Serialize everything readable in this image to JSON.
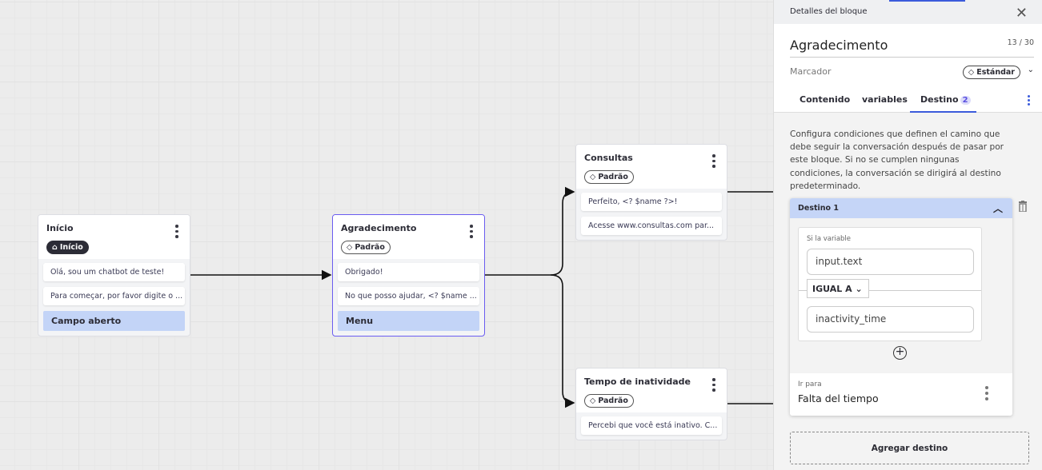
{
  "canvas": {
    "nodes": [
      {
        "title": "Início",
        "tag": "Início",
        "tag_icon": "home-icon",
        "messages": [
          "Olá, sou um chatbot de teste!",
          "Para começar, por favor digite o ..."
        ],
        "input": "Campo aberto"
      },
      {
        "title": "Agradecimento",
        "tag": "Padrão",
        "tag_icon": "tag-icon",
        "messages": [
          "Obrigado!",
          "No que posso ajudar, <? $name ..."
        ],
        "input": "Menu"
      },
      {
        "title": "Consultas",
        "tag": "Padrão",
        "tag_icon": "tag-icon",
        "messages": [
          "Perfeito, <? $name ?>!",
          "Acesse www.consultas.com par..."
        ]
      },
      {
        "title": "Tempo de inatividade",
        "tag": "Padrão",
        "tag_icon": "tag-icon",
        "messages": [
          "Percebi que você está inativo. C..."
        ]
      }
    ]
  },
  "panel": {
    "header": "Detalles del bloque",
    "block_name": "Agradecimento",
    "char_count": "13 / 30",
    "marker_label": "Marcador",
    "marker_value": "Estándar",
    "tabs": [
      {
        "label": "Contenido"
      },
      {
        "label": "variables"
      },
      {
        "label": "Destino",
        "badge": "2",
        "active": true
      }
    ],
    "description": "Configura condiciones que definen el camino que debe seguir la conversación después de pasar por este bloque. Si no se cumplen ningunas condiciones, la conversación se dirigirá al destino predeterminado.",
    "destination": {
      "title": "Destino 1",
      "condition_label": "Si la variable",
      "variable": "input.text",
      "operator": "IGUAL A",
      "value": "inactivity_time",
      "goto_label": "Ir para",
      "goto_value": "Falta del tiempo"
    },
    "add_label": "Agregar destino"
  },
  "colors": {
    "accent": "#3b5bdb",
    "selected_border": "#6a5cf0",
    "input_chip": "#c3d4f7"
  }
}
